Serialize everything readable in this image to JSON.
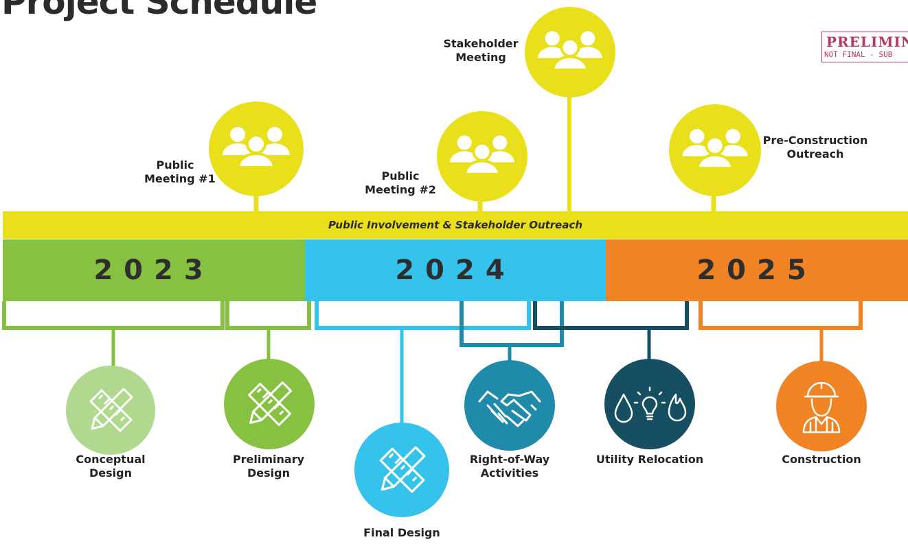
{
  "title": "Project Schedule",
  "stamp": {
    "line1": "PRELIMINA",
    "line2": "NOT FINAL - SUB"
  },
  "outreach_band": {
    "label": "Public Involvement & Stakeholder Outreach",
    "color": "#e9df1a"
  },
  "years": [
    {
      "label": "2023",
      "color": "#86c142"
    },
    {
      "label": "2024",
      "color": "#35c3ec"
    },
    {
      "label": "2025",
      "color": "#f08323"
    }
  ],
  "meetings": [
    {
      "label_line1": "Public",
      "label_line2": "Meeting #1",
      "icon": "people-group-icon"
    },
    {
      "label_line1": "Public",
      "label_line2": "Meeting #2",
      "icon": "people-group-icon"
    },
    {
      "label_line1": "Stakeholder",
      "label_line2": "Meeting",
      "icon": "people-group-icon"
    },
    {
      "label_line1": "Pre-Construction",
      "label_line2": "Outreach",
      "icon": "people-group-icon"
    }
  ],
  "phases": [
    {
      "label_line1": "Conceptual",
      "label_line2": "Design",
      "icon": "ruler-pencil-icon",
      "color": "#b1d88f"
    },
    {
      "label_line1": "Preliminary",
      "label_line2": "Design",
      "icon": "ruler-pencil-icon",
      "color": "#86c142"
    },
    {
      "label_line1": "Final Design",
      "label_line2": "",
      "icon": "ruler-pencil-icon",
      "color": "#35c3ec"
    },
    {
      "label_line1": "Right-of-Way",
      "label_line2": "Activities",
      "icon": "handshake-icon",
      "color": "#1f8aaa"
    },
    {
      "label_line1": "Utility Relocation",
      "label_line2": "",
      "icon": "utilities-icon",
      "color": "#164e62"
    },
    {
      "label_line1": "Construction",
      "label_line2": "",
      "icon": "construction-worker-icon",
      "color": "#f08323"
    }
  ]
}
